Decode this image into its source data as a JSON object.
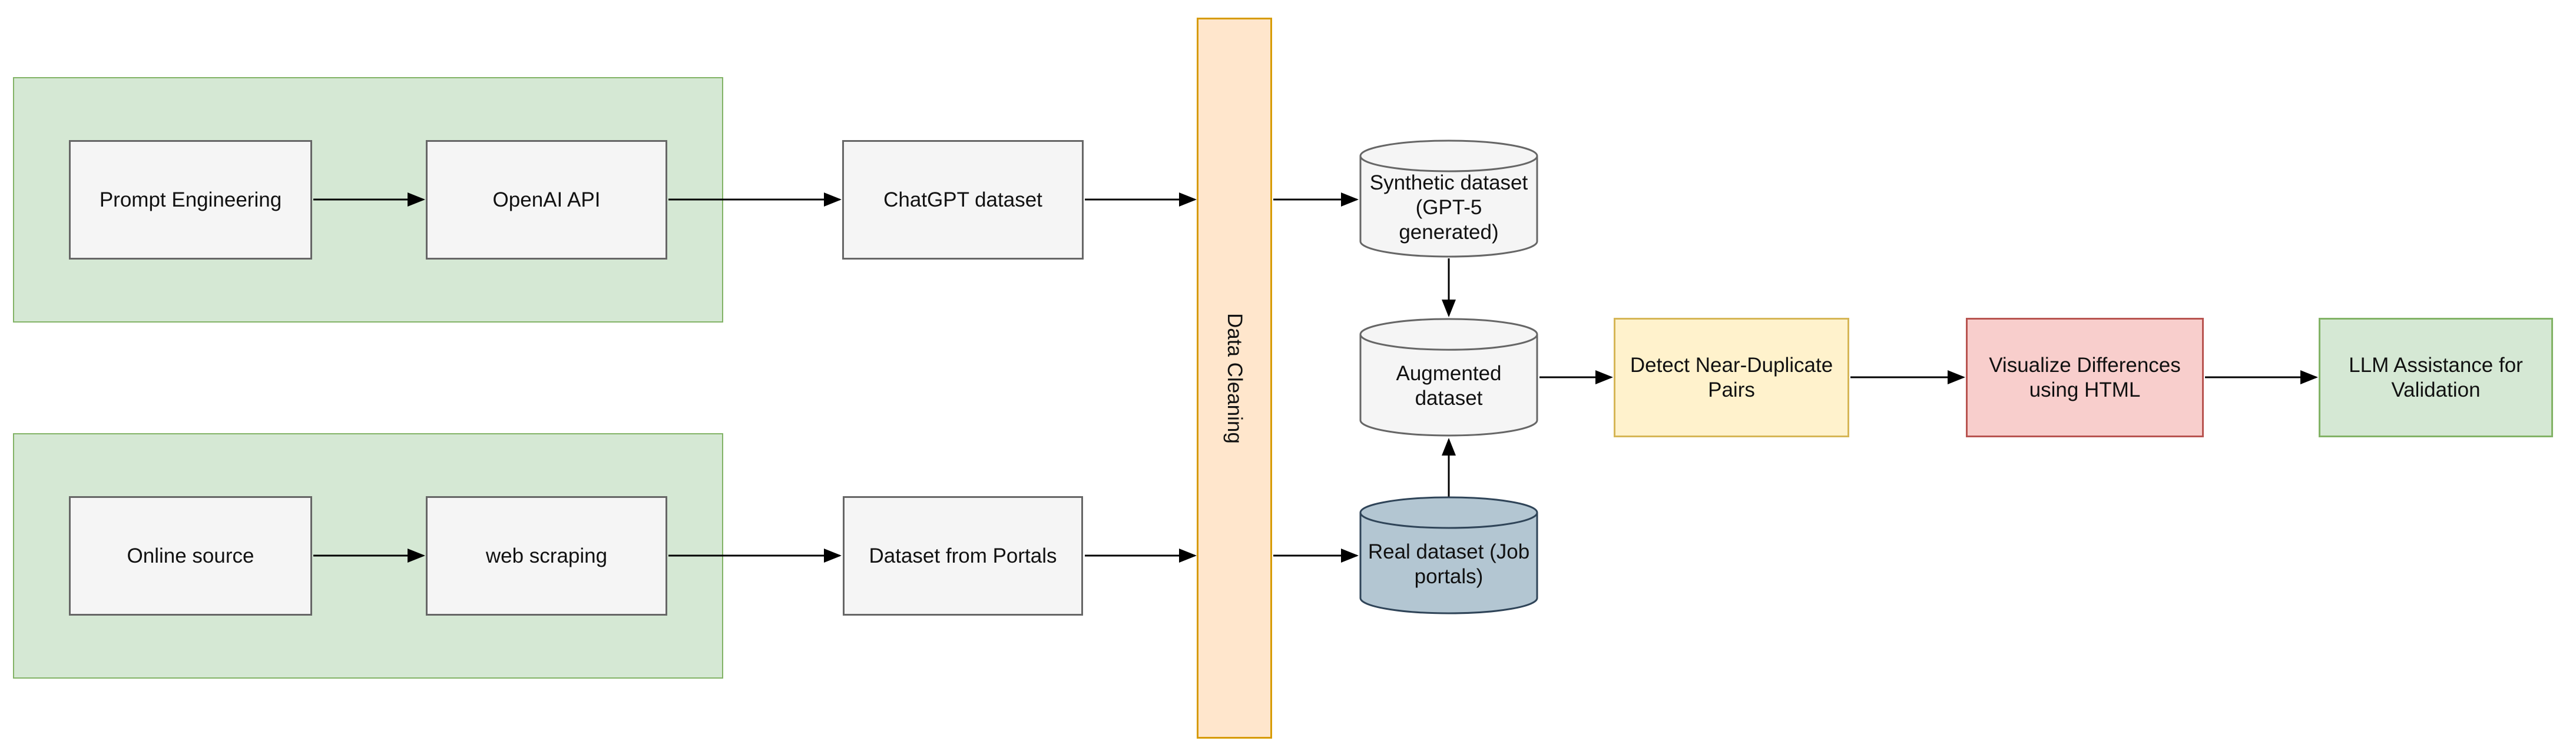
{
  "diagram": {
    "type": "flowchart",
    "background": "#ffffff",
    "nodes": {
      "prompt_engineering": {
        "label": "Prompt Engineering",
        "shape": "rectangle"
      },
      "openai_api": {
        "label": "OpenAI API",
        "shape": "rectangle"
      },
      "chatgpt_dataset": {
        "label": "ChatGPT dataset",
        "shape": "rectangle"
      },
      "online_source": {
        "label": "Online source",
        "shape": "rectangle"
      },
      "web_scraping": {
        "label": "web scraping",
        "shape": "rectangle"
      },
      "dataset_from_portals": {
        "label": "Dataset from Portals",
        "shape": "rectangle"
      },
      "data_cleaning": {
        "label": "Data Cleaning",
        "shape": "tall-rectangle-vertical-text"
      },
      "synthetic_dataset": {
        "label": "Synthetic dataset\n(GPT-5\ngenerated)",
        "shape": "database-cylinder"
      },
      "augmented_dataset": {
        "label": "Augmented\ndataset",
        "shape": "database-cylinder"
      },
      "real_dataset": {
        "label": "Real dataset (Job\nportals)",
        "shape": "database-cylinder"
      },
      "detect_near_duplicate_pairs": {
        "label": "Detect Near-Duplicate\nPairs",
        "shape": "rectangle"
      },
      "visualize_differences": {
        "label": "Visualize Differences\nusing HTML",
        "shape": "rectangle"
      },
      "llm_assistance": {
        "label": "LLM Assistance for\nValidation",
        "shape": "rectangle"
      }
    },
    "groups": [
      {
        "id": "synthetic-generation-group",
        "contains": [
          "prompt_engineering",
          "openai_api"
        ]
      },
      {
        "id": "web-scraping-group",
        "contains": [
          "online_source",
          "web_scraping"
        ]
      }
    ],
    "edges": [
      {
        "from": "prompt_engineering",
        "to": "openai_api"
      },
      {
        "from": "openai_api",
        "to": "chatgpt_dataset"
      },
      {
        "from": "chatgpt_dataset",
        "to": "data_cleaning"
      },
      {
        "from": "data_cleaning",
        "to": "synthetic_dataset"
      },
      {
        "from": "online_source",
        "to": "web_scraping"
      },
      {
        "from": "web_scraping",
        "to": "dataset_from_portals"
      },
      {
        "from": "dataset_from_portals",
        "to": "data_cleaning"
      },
      {
        "from": "data_cleaning",
        "to": "real_dataset"
      },
      {
        "from": "synthetic_dataset",
        "to": "augmented_dataset"
      },
      {
        "from": "real_dataset",
        "to": "augmented_dataset"
      },
      {
        "from": "augmented_dataset",
        "to": "detect_near_duplicate_pairs"
      },
      {
        "from": "detect_near_duplicate_pairs",
        "to": "visualize_differences"
      },
      {
        "from": "visualize_differences",
        "to": "llm_assistance"
      }
    ],
    "colors": {
      "group_fill": "#d5e8d4",
      "group_border": "#82b366",
      "process_fill": "#f5f5f5",
      "process_border": "#666666",
      "cleaning_fill": "#ffe6cc",
      "cleaning_border": "#d79b00",
      "db_gray_fill": "#f5f5f5",
      "db_gray_border": "#666666",
      "db_blue_fill": "#b3c6d2",
      "db_blue_border": "#2f4458",
      "detect_fill": "#fff2cc",
      "detect_border": "#d6b656",
      "visualize_fill": "#f8cecc",
      "visualize_border": "#b85450",
      "llm_fill": "#d5e8d4",
      "llm_border": "#82b366",
      "edge_color": "#000000",
      "text_color": "#111111"
    }
  }
}
